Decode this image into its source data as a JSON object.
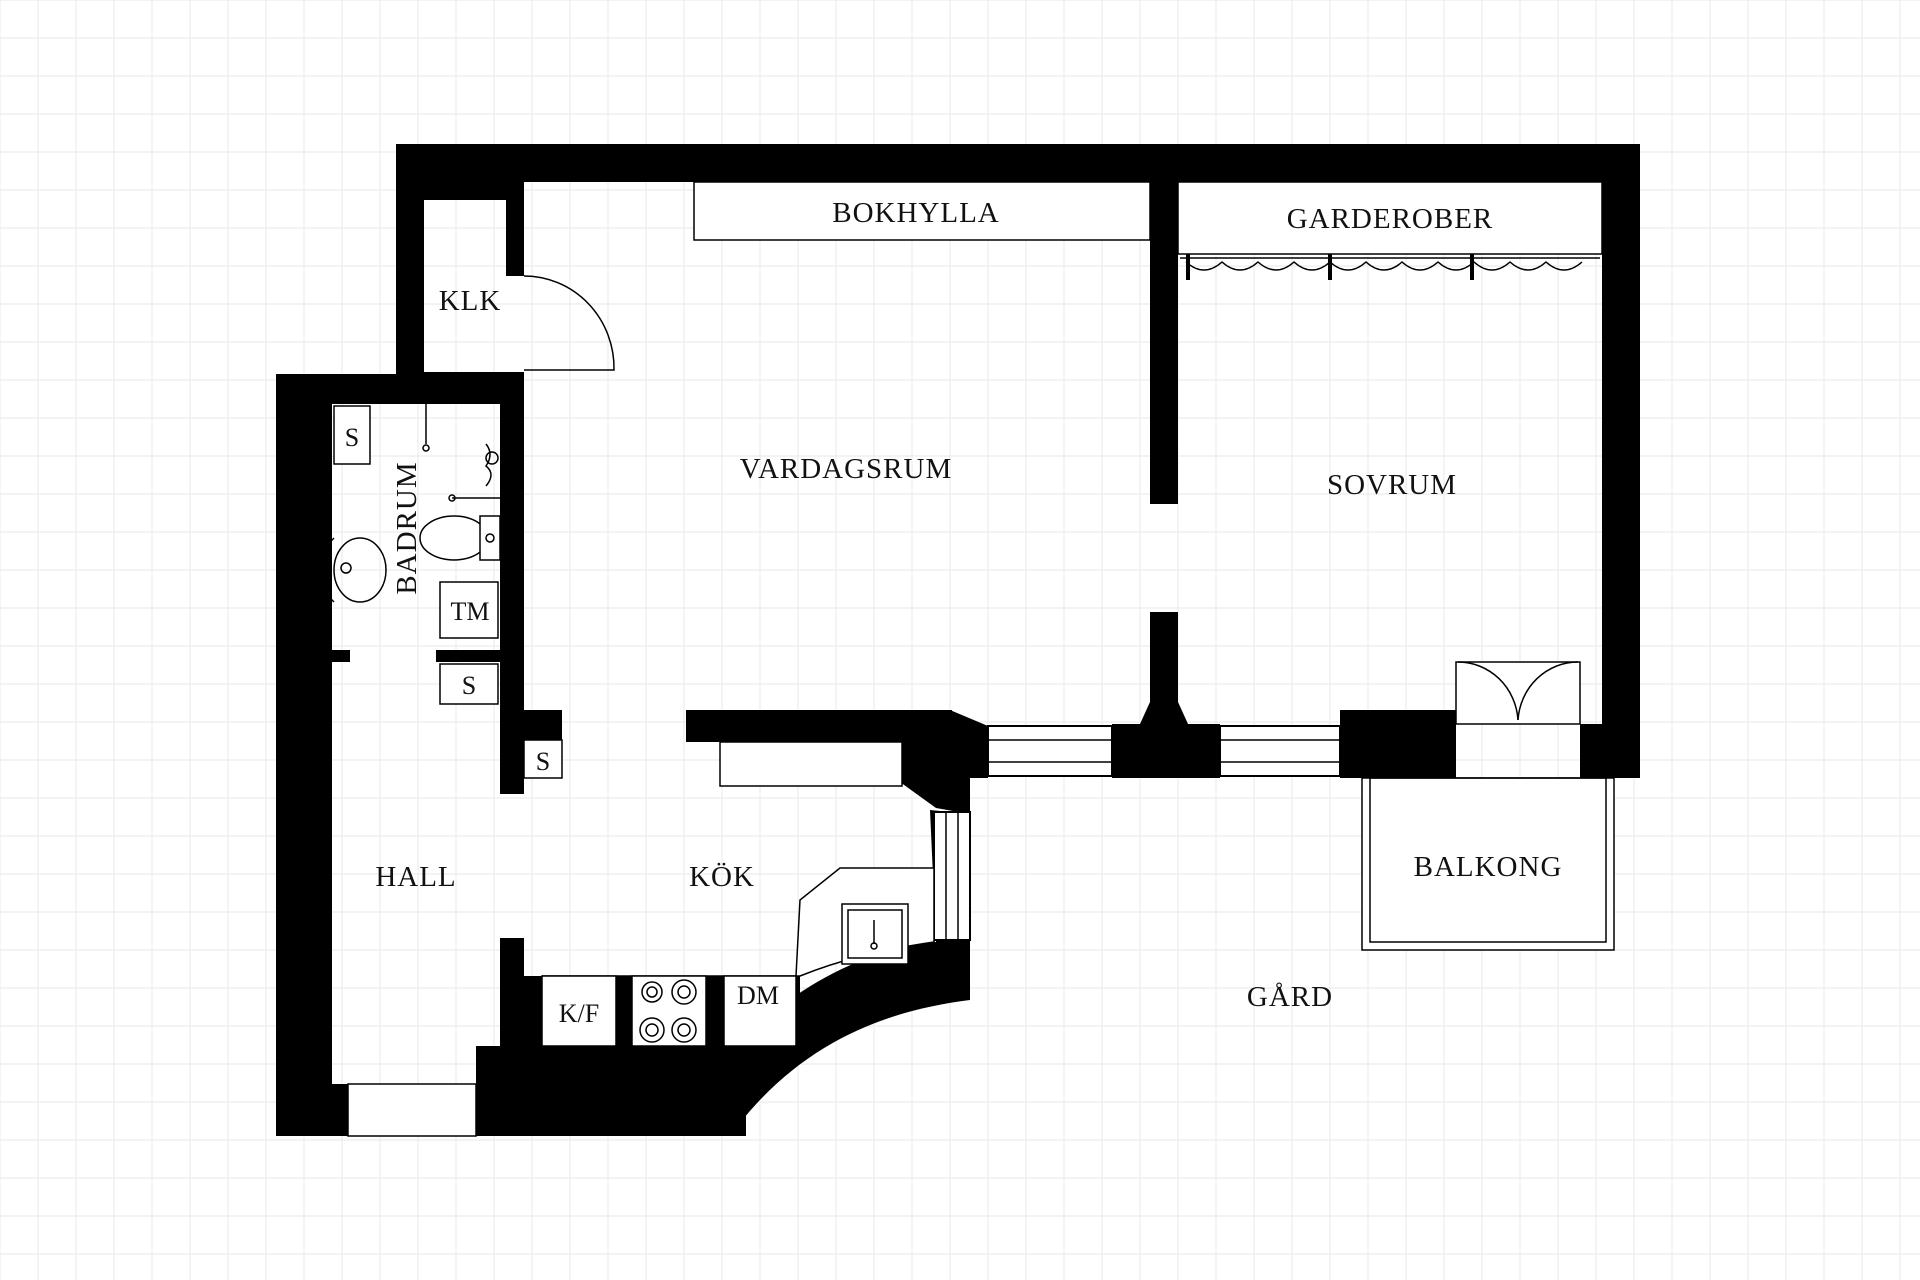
{
  "plan": {
    "rooms": {
      "bokhylla": "BOKHYLLA",
      "garderober": "GARDEROBER",
      "klk": "KLK",
      "badrum": "BADRUM",
      "vardagsrum": "VARDAGSRUM",
      "sovrum": "SOVRUM",
      "hall": "HALL",
      "kok": "KÖK",
      "balkong": "BALKONG",
      "gard": "GÅRD"
    },
    "fixtures": {
      "s1": "S",
      "s2": "S",
      "s3": "S",
      "tm": "TM",
      "kf": "K/F",
      "dm": "DM"
    }
  },
  "colors": {
    "wall": "#000000",
    "grid": "#ececec",
    "background": "#ffffff"
  }
}
